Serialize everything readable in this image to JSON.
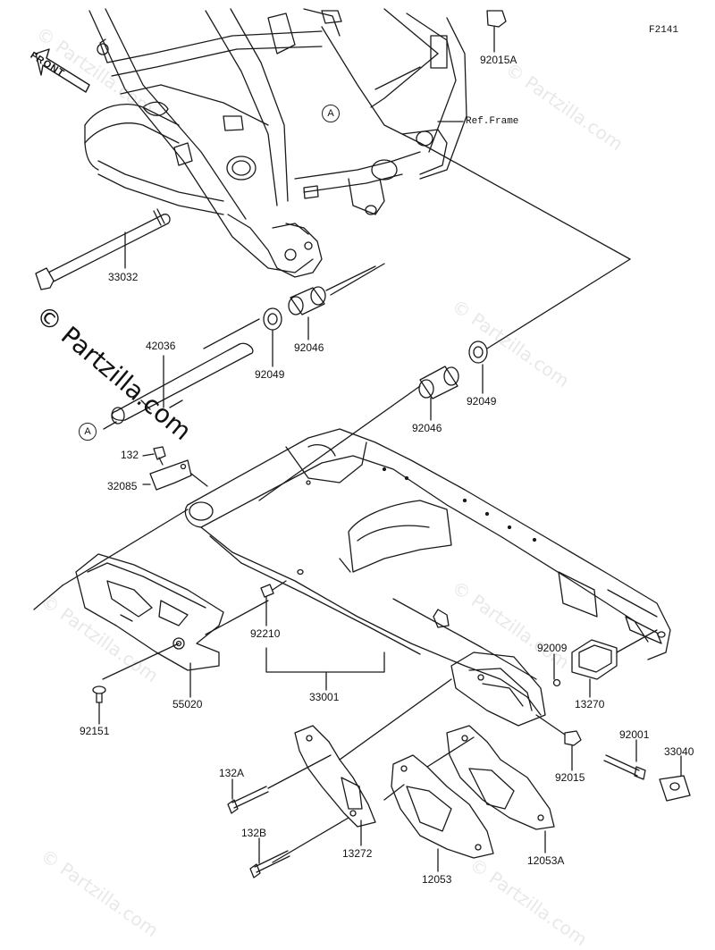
{
  "figure_id": "F2141",
  "ref_frame": "Ref.Frame",
  "front_label": "FRONT",
  "callout_letter": "A",
  "watermark": "© Partzilla.com",
  "parts": {
    "p92015A": "92015A",
    "p33032": "33032",
    "p42036": "42036",
    "p92049a": "92049",
    "p92046a": "92046",
    "p92049b": "92049",
    "p92046b": "92046",
    "p132": "132",
    "p32085": "32085",
    "p92210": "92210",
    "p92151": "92151",
    "p55020": "55020",
    "p33001": "33001",
    "p92009": "92009",
    "p13270": "13270",
    "p92015": "92015",
    "p92001": "92001",
    "p33040": "33040",
    "p132A": "132A",
    "p132B": "132B",
    "p13272": "13272",
    "p12053": "12053",
    "p12053A": "12053A"
  }
}
